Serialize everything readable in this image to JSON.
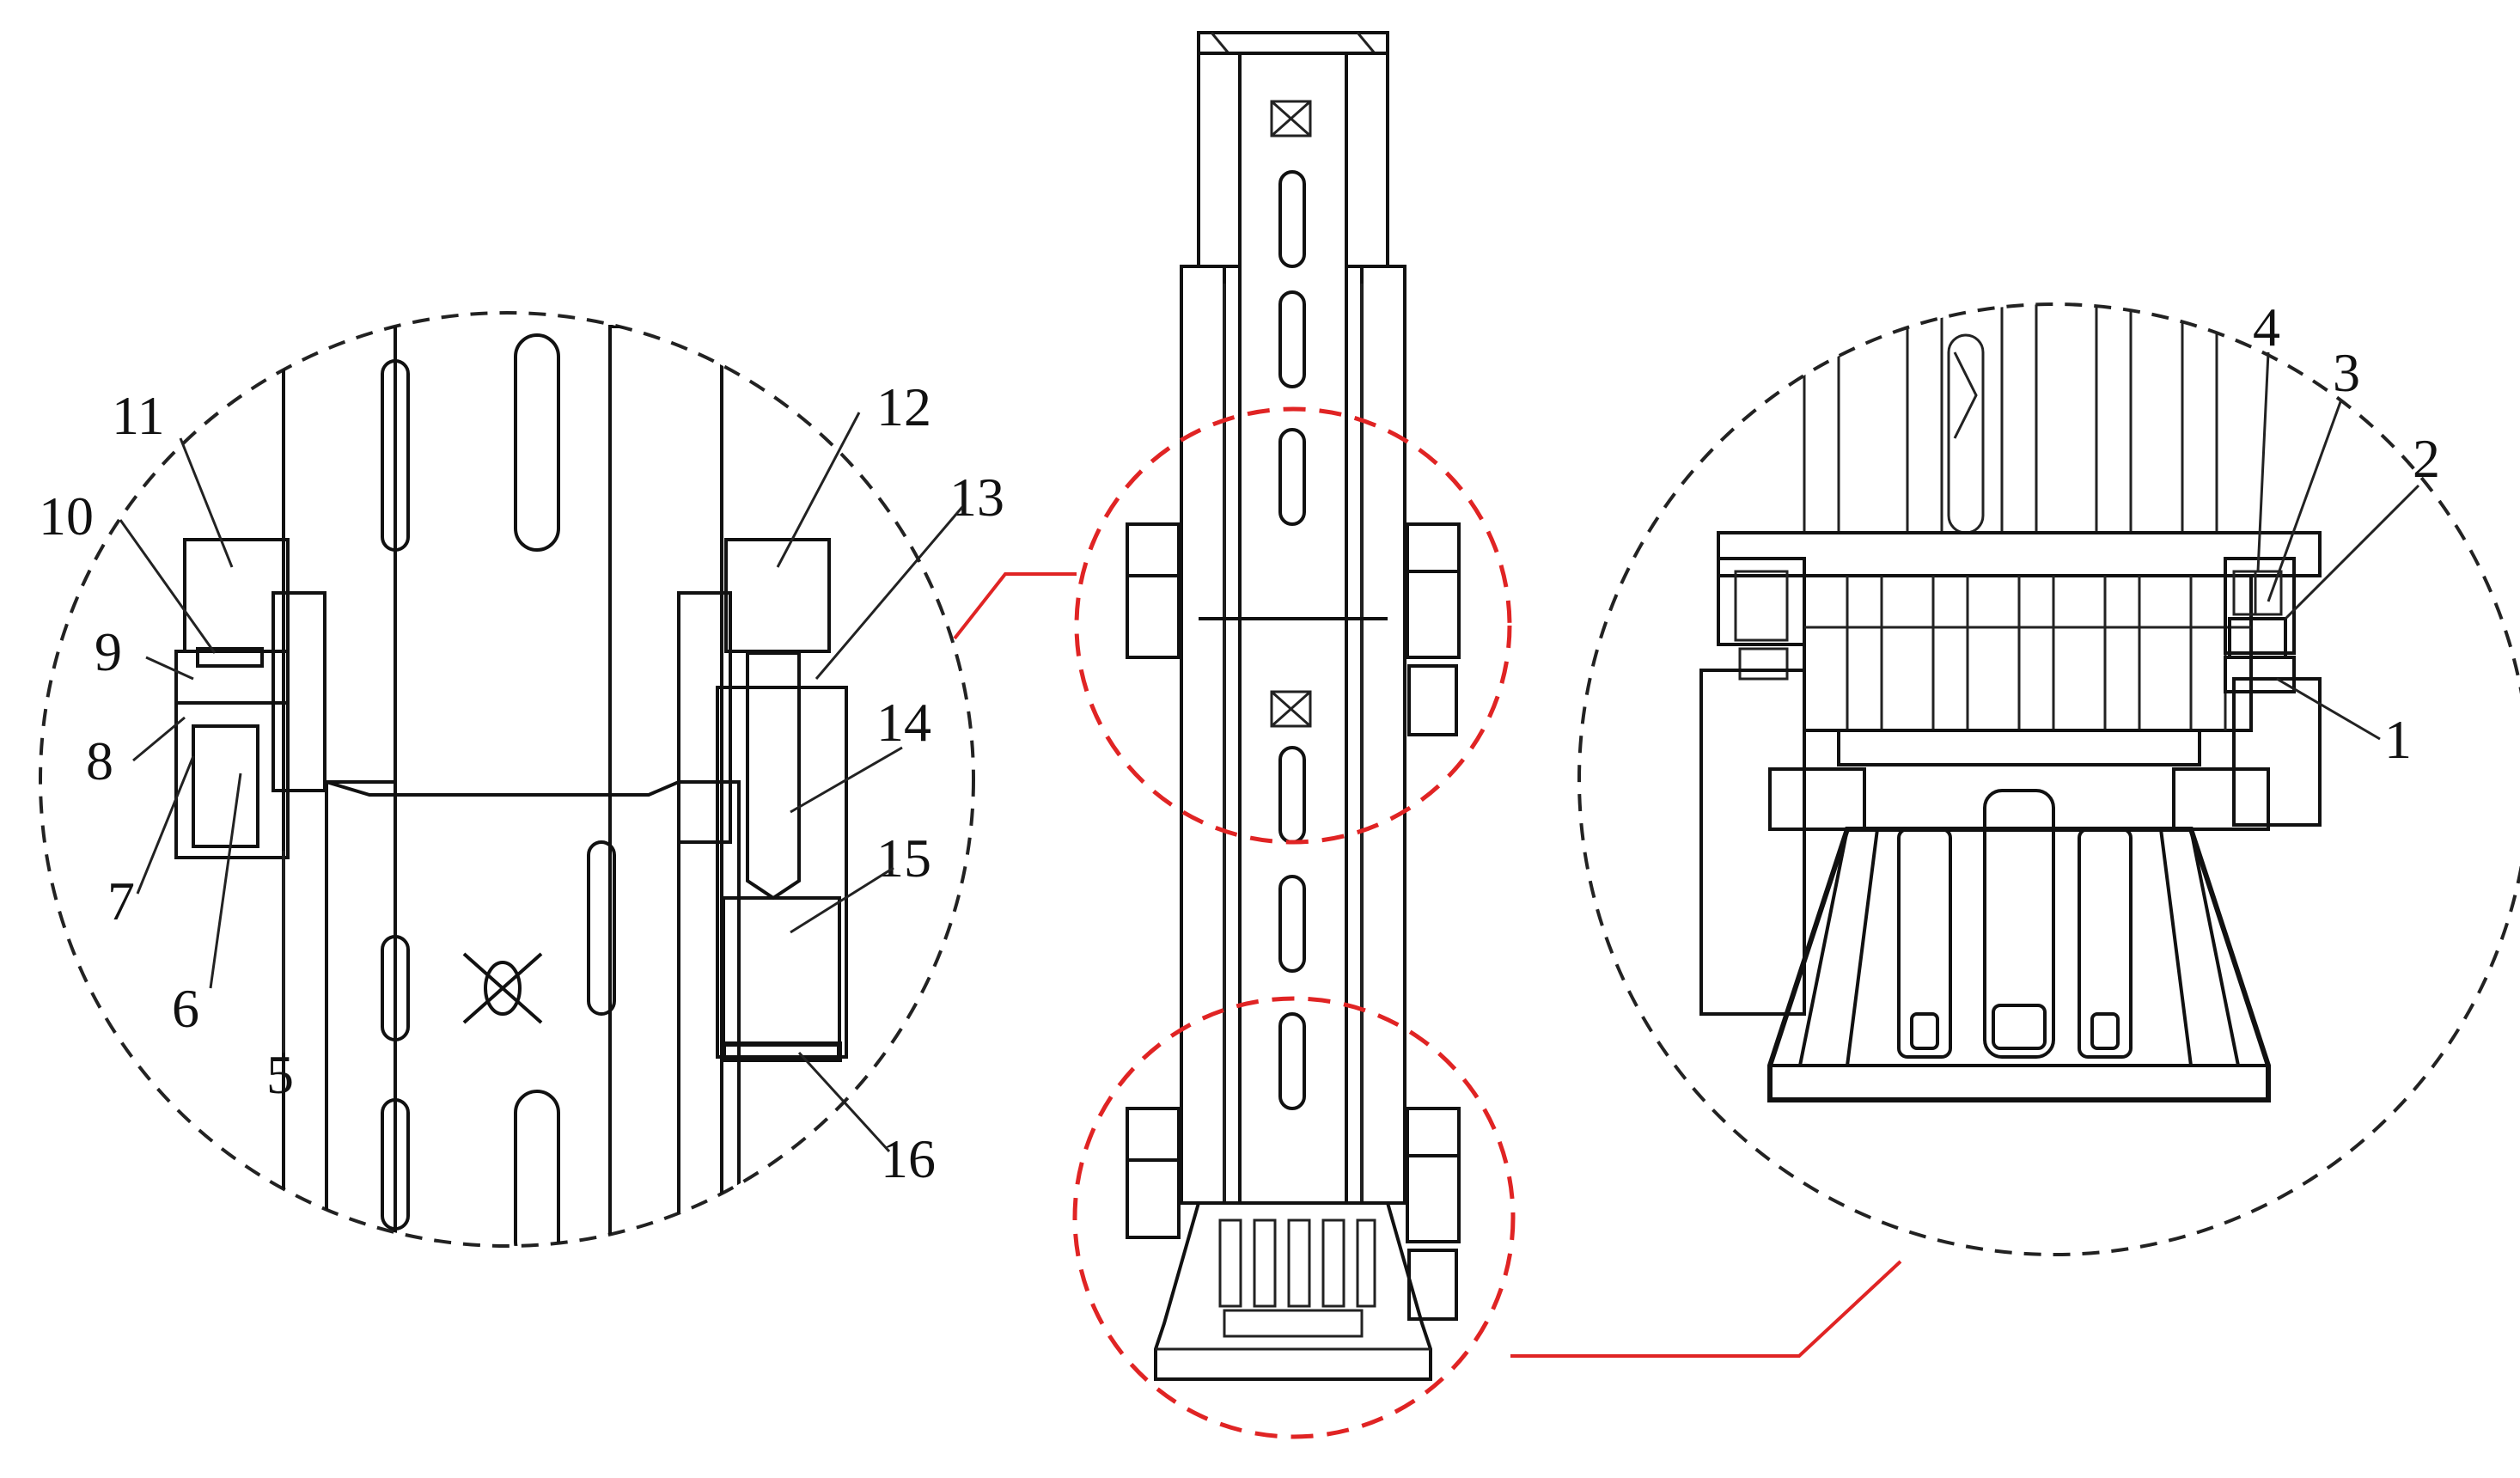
{
  "diagram": {
    "callouts_left": [
      "11",
      "10",
      "9",
      "8",
      "7",
      "6",
      "5",
      "12",
      "13",
      "14",
      "15",
      "16"
    ],
    "callouts_right": [
      "4",
      "3",
      "2",
      "1"
    ]
  },
  "colors": {
    "line": "#111111",
    "zoom_circle_red": "#e02424",
    "zoom_circle_black": "#222222",
    "background": "#ffffff"
  }
}
